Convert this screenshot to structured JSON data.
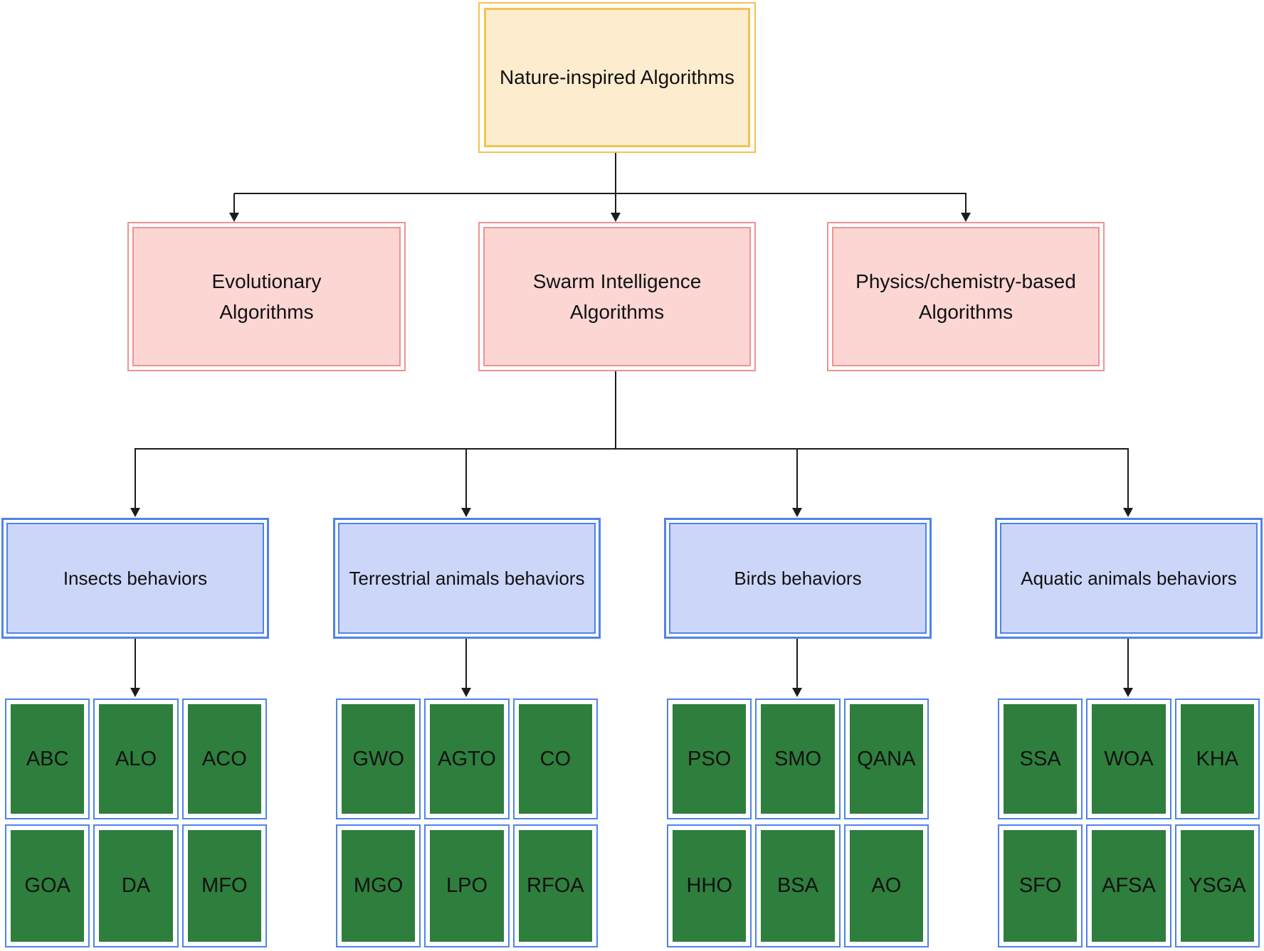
{
  "title": "Nature-inspired Algorithms",
  "colors": {
    "background": "#ffffff",
    "text": "#111111",
    "connector": "#1c1c1c",
    "root_fill": "#fdeccd",
    "root_border": "#f3c34f",
    "category_fill": "#fbd6d3",
    "category_border": "#f09390",
    "group_fill": "#ccd6f8",
    "group_border": "#4f83eb",
    "algorithm_fill": "#2e7e3d",
    "algorithm_border": "#4f83eb"
  },
  "categories": [
    {
      "line1": "Evolutionary",
      "line2": "Algorithms"
    },
    {
      "line1": "Swarm Intelligence",
      "line2": "Algorithms"
    },
    {
      "line1": "Physics/chemistry-based",
      "line2": "Algorithms"
    }
  ],
  "behavior_groups": [
    {
      "label": "Insects behaviors",
      "algorithms": [
        "ABC",
        "ALO",
        "ACO",
        "GOA",
        "DA",
        "MFO"
      ]
    },
    {
      "label": "Terrestrial animals behaviors",
      "algorithms": [
        "GWO",
        "AGTO",
        "CO",
        "MGO",
        "LPO",
        "RFOA"
      ]
    },
    {
      "label": "Birds behaviors",
      "algorithms": [
        "PSO",
        "SMO",
        "QANA",
        "HHO",
        "BSA",
        "AO"
      ]
    },
    {
      "label": "Aquatic animals behaviors",
      "algorithms": [
        "SSA",
        "WOA",
        "KHA",
        "SFO",
        "AFSA",
        "YSGA"
      ]
    }
  ]
}
